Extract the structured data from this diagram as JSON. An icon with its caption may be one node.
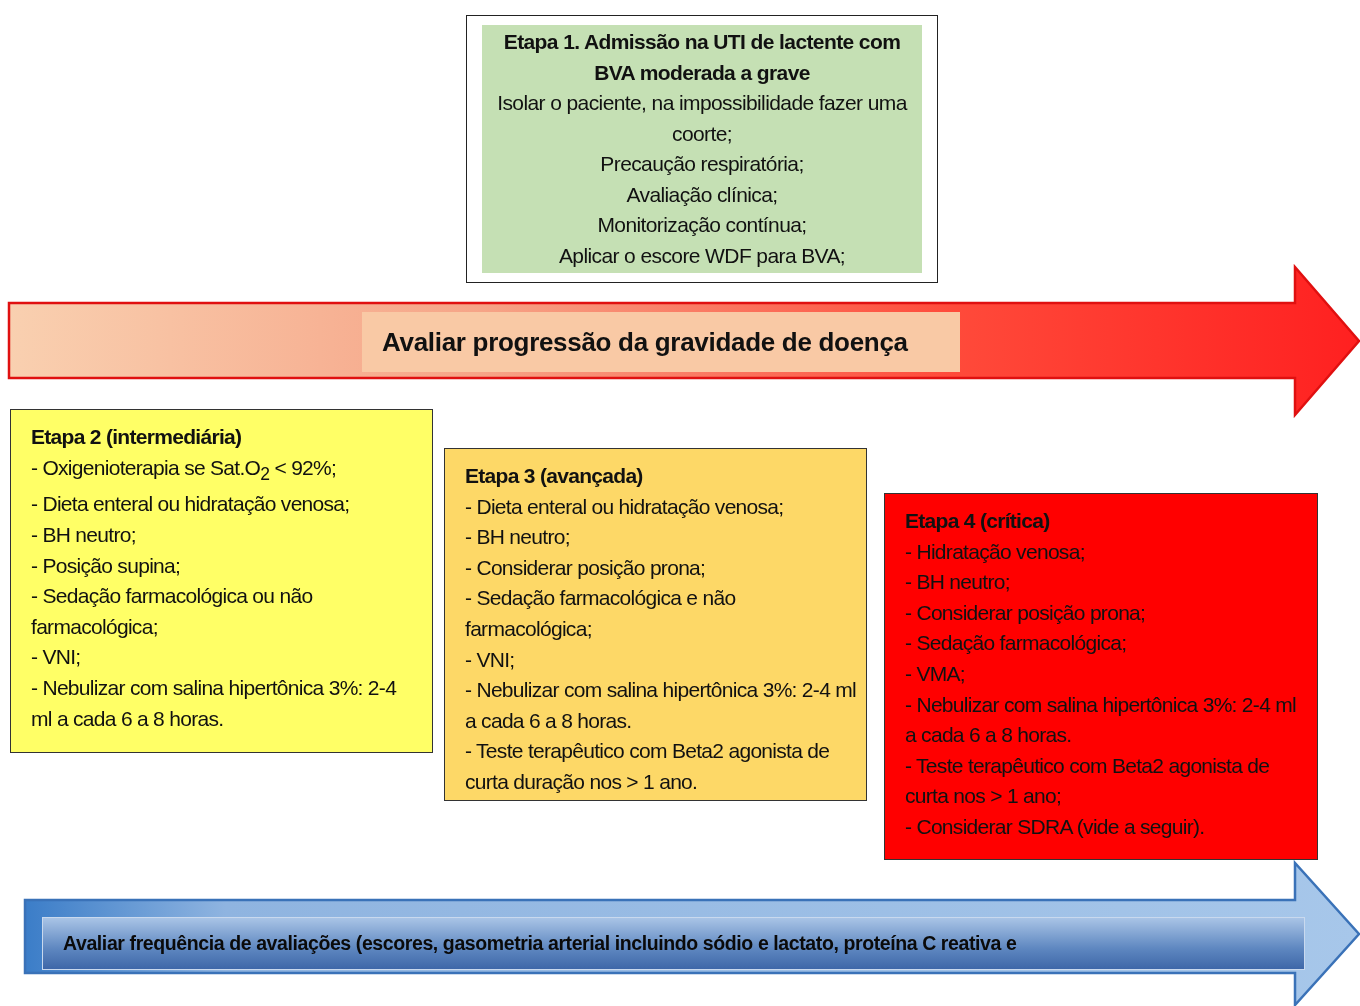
{
  "diagram": {
    "nodes": [
      {
        "text": [
          "Etapa 1. Admissão na UTI de lactente com BVA moderada a grave",
          "Isolar o paciente, na impossibilidade fazer uma coorte;",
          "Precaução respiratória;",
          "Avaliação clínica;",
          "Monitorização contínua;",
          "Aplicar o escore WDF para BVA;"
        ]
      },
      {
        "text": [
          "Avaliar progressão da gravidade de doença"
        ]
      },
      {
        "text": [
          "Etapa 2 (intermediária)",
          "- Oxigenioterapia se Sat.O$_{2}$ < 92%;",
          "- Dieta enteral ou hidratação venosa;",
          "- BH neutro;",
          "- Posição supina;",
          "- Sedação farmacológica ou não farmacológica;",
          "- VNI;",
          "- Nebulizar com salina hipertônica 3%: 2-4 ml a cada 6 a 8 horas."
        ]
      },
      {
        "text": [
          "Etapa 3 (avançada)",
          "- Dieta enteral ou hidratação venosa;",
          "- BH neutro;",
          "- Considerar posição prona;",
          "- Sedação farmacológica e não farmacológica;",
          "- VNI;",
          "- Nebulizar com salina hipertônica 3%: 2-4 ml a cada 6 a 8 horas.",
          "- Teste terapêutico com Beta2 agonista de curta duração nos > 1 ano."
        ]
      },
      {
        "text": [
          "Etapa 4 (crítica)",
          "- Hidratação venosa;",
          "- BH neutro;",
          "- Considerar posição prona;",
          "- Sedação farmacológica;",
          "- VMA;",
          "- Nebulizar com salina hipertônica 3%: 2-4 ml a cada 6 a 8 horas.",
          "- Teste terapêutico com Beta2 agonista de curta nos > 1 ano;",
          "- Considerar SDRA (vide a seguir)."
        ]
      },
      {
        "text": [
          "Avaliar frequência de avaliações (escores, gasometria arterial incluindo sódio e lactato, proteína C reativa e"
        ]
      }
    ]
  }
}
